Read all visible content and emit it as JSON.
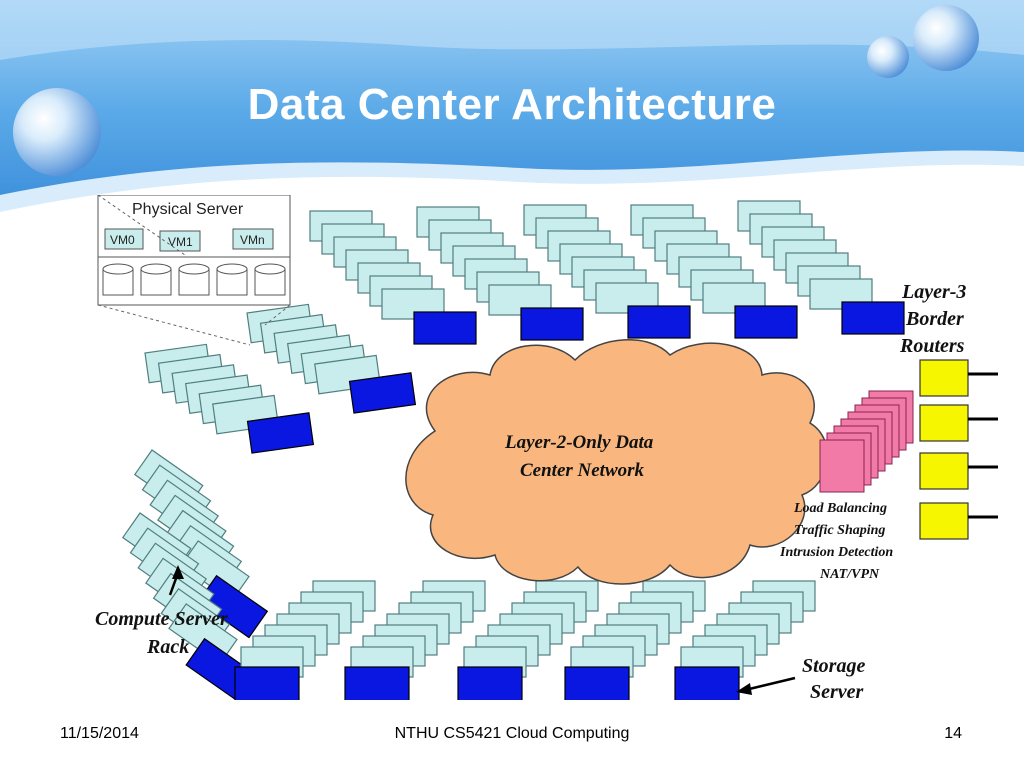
{
  "slide": {
    "title": "Data Center Architecture",
    "footer": {
      "date": "11/15/2014",
      "course": "NTHU CS5421 Cloud Computing",
      "page": "14"
    }
  },
  "colors": {
    "header_blue": "#5aa9e8",
    "server_fill": "#c9ecec",
    "top_of_rack": "#0a17e0",
    "cloud_fill": "#f9b77f",
    "middlebox_fill": "#f27aa7",
    "router_fill": "#f6f600"
  },
  "diagram": {
    "physical_server": {
      "label": "Physical Server",
      "vms": [
        "VM0",
        "VM1",
        "VMn"
      ],
      "disk_count": 5
    },
    "cloud_label": [
      "Layer-2-Only Data",
      "Center Network"
    ],
    "routers": {
      "label": [
        "Layer-3",
        "Border",
        "Routers"
      ],
      "count": 4
    },
    "middleboxes": {
      "labels": [
        "Load Balancing",
        "Traffic Shaping",
        "Intrusion Detection",
        "NAT/VPN"
      ]
    },
    "compute_rack_label": [
      "Compute Server",
      "Rack"
    ],
    "storage_label": [
      "Storage",
      "Server"
    ]
  }
}
